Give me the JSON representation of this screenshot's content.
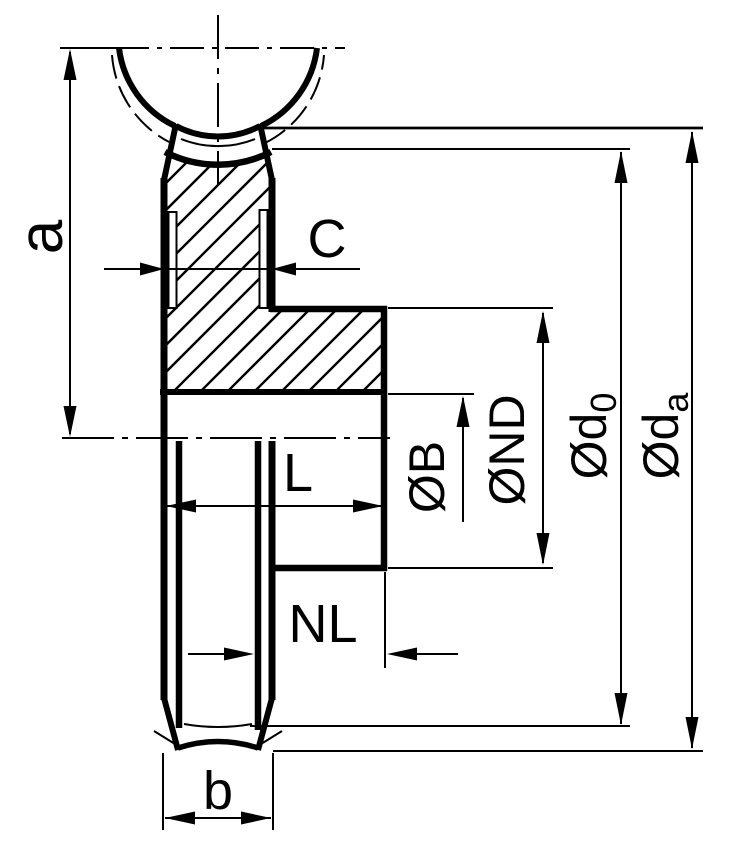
{
  "drawing": {
    "title": "Worm wheel cross-section dimension drawing",
    "type": "technical-drawing",
    "colors": {
      "line": "#000000",
      "background": "#ffffff"
    }
  },
  "labels": {
    "center_distance": "a",
    "groove_width": "C",
    "total_length": "L",
    "hub_length": "NL",
    "face_width": "b",
    "bore_diameter": "ØB",
    "hub_diameter": "ØND",
    "pitch_diameter_main": "Ød",
    "pitch_diameter_sub": "0",
    "outside_diameter_main": "Ød",
    "outside_diameter_sub": "a"
  }
}
